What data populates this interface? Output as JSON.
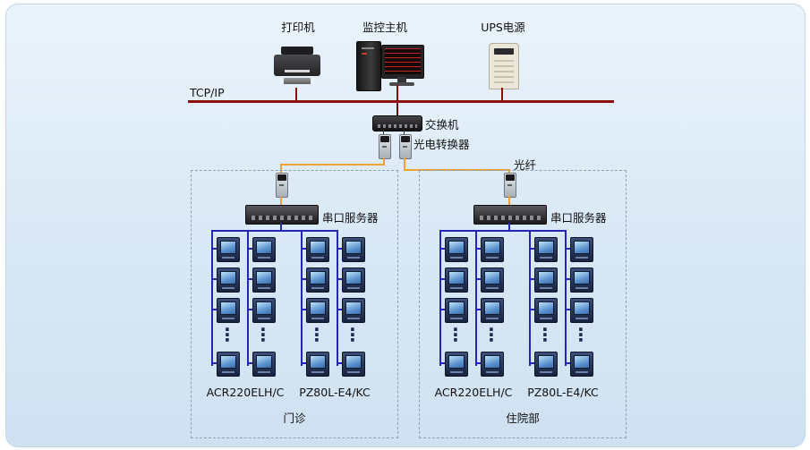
{
  "top_devices": {
    "printer_label": "打印机",
    "host_label": "监控主机",
    "ups_label": "UPS电源"
  },
  "network": {
    "bus_label": "TCP/IP",
    "switch_label": "交换机",
    "converter_label": "光电转换器",
    "fiber_label": "光纤"
  },
  "colors": {
    "bus_line": "#8a1010",
    "fiber_line": "#f0a238",
    "meter_line": "#2525b8"
  },
  "groups": [
    {
      "server_label": "串口服务器",
      "meter_type_left": "ACR220ELH/C",
      "meter_type_right": "PZ80L-E4/KC",
      "area_label": "门诊"
    },
    {
      "server_label": "串口服务器",
      "meter_type_left": "ACR220ELH/C",
      "meter_type_right": "PZ80L-E4/KC",
      "area_label": "住院部"
    }
  ]
}
